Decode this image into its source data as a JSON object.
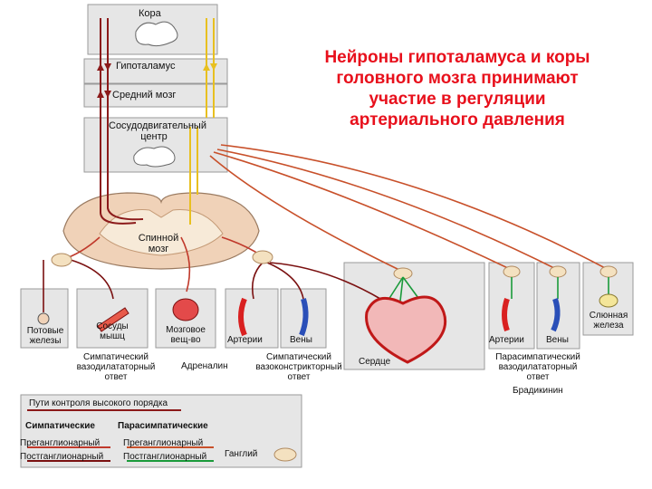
{
  "title": "Нейроны гипоталамуса и коры головного мозга принимают участие в регуляции артериального давления",
  "brain": {
    "cortex": "Кора",
    "hypothalamus": "Гипоталамус",
    "midbrain": "Средний мозг",
    "vasomotor_center": "Сосудодвигательный центр"
  },
  "spinal_cord": "Спинной мозг",
  "targets": {
    "sweat_glands": "Потовые железы",
    "muscle_vessels": "Сосуды мышц",
    "adrenal_medulla": "Мозговое вещ-во",
    "arteries": "Артерии",
    "veins": "Вены",
    "heart": "Сердце",
    "arteries_2": "Артерии",
    "veins_2": "Вены",
    "salivary_gland": "Слюнная железа"
  },
  "responses": {
    "symp_vasodilator": "Симпатический вазодилататорный ответ",
    "adrenaline": "Адреналин",
    "symp_vasoconstrictor": "Симпатический вазоконстрикторный ответ",
    "parasymp_vasodilator": "Парасимпатический вазодилататорный ответ",
    "bradykinin": "Брадикинин"
  },
  "legend": {
    "higher_control": "Пути контроля высокого порядка",
    "sympathetic": "Симпатические",
    "parasympathetic": "Парасимпатические",
    "pre_1": "Преганглионарный",
    "post_1": "Постганглионарный",
    "pre_2": "Преганглионарный",
    "post_2": "Постганглионарный",
    "ganglion": "Ганглий"
  },
  "colors": {
    "title": "#e8101c",
    "higher_path": "#8b1a1a",
    "sympathetic_pre": "#c0392b",
    "sympathetic_post": "#7a1010",
    "parasympathetic_pre": "#c8502a",
    "parasympathetic_post": "#1a9a3a",
    "yellow_path": "#e8c020",
    "panel": "#e6e6e6",
    "tissue": "#f0d2b8"
  }
}
